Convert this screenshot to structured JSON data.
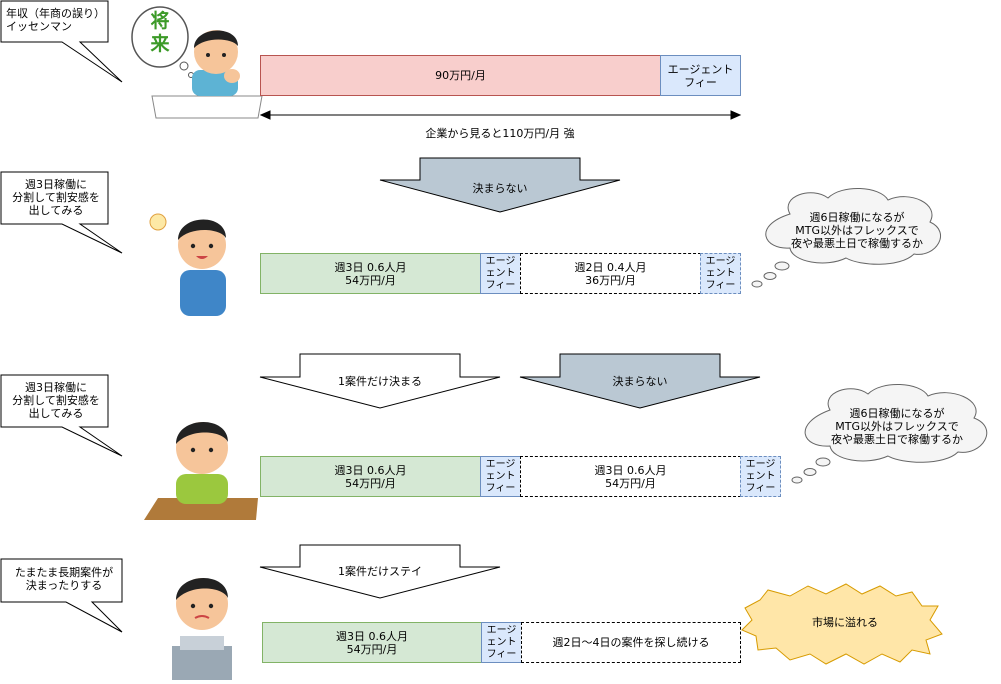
{
  "colors": {
    "pink": "#f8cecc",
    "blue": "#dae8fc",
    "green": "#d5e8d4",
    "gray_arrow": "#bac8d3",
    "cloud": "#f5f5f5",
    "burst": "#ffe6a8"
  },
  "row1": {
    "callout": "年収（年商の誤り）\nイッセンマン",
    "thought_kanji": "将\n来",
    "salary": "90万円/月",
    "fee": "エージェント\nフィー",
    "span_label": "企業から見ると110万円/月 強"
  },
  "arrow1": {
    "label": "決まらない"
  },
  "row2": {
    "callout": "週3日稼働に\n分割して割安感を\n出してみる",
    "a_label": "週3日 0.6人月\n54万円/月",
    "a_fee": "エージ\nェント\nフィー",
    "b_label": "週2日 0.4人月\n36万円/月",
    "b_fee": "エージ\nェント\nフィー",
    "cloud": "週6日稼働になるが\nMTG以外はフレックスで\n夜や最悪土日で稼働するか"
  },
  "arrows3": {
    "left_label": "1案件だけ決まる",
    "right_label": "決まらない"
  },
  "row3": {
    "callout": "週3日稼働に\n分割して割安感を\n出してみる",
    "a_label": "週3日 0.6人月\n54万円/月",
    "a_fee": "エージ\nェント\nフィー",
    "b_label": "週3日 0.6人月\n54万円/月",
    "b_fee": "エージ\nェント\nフィー",
    "cloud": "週6日稼働になるが\nMTG以外はフレックスで\n夜や最悪土日で稼働するか"
  },
  "arrow4": {
    "label": "1案件だけステイ"
  },
  "row4": {
    "callout": "たまたま長期案件が\n決まったりする",
    "a_label": "週3日 0.6人月\n54万円/月",
    "a_fee": "エージ\nェント\nフィー",
    "b_label": "週2日～4日の案件を探し続ける",
    "burst": "市場に溢れる"
  }
}
